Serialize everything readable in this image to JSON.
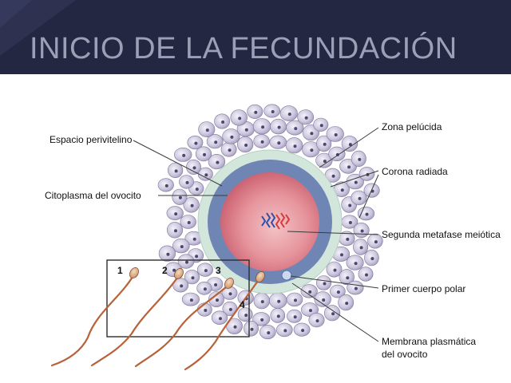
{
  "title": "INICIO DE LA FECUNDACIÓN",
  "labels": {
    "espacio_perivitelino": "Espacio perivitelino",
    "citoplasma": "Citoplasma del ovocito",
    "zona_pelucida": "Zona pelúcida",
    "corona_radiada": "Corona radiada",
    "metafase": "Segunda metafase meiótica",
    "cuerpo_polar": "Primer cuerpo polar",
    "membrana_line1": "Membrana plasmática",
    "membrana_line2": "del ovocito"
  },
  "sperm_numbers": [
    "1",
    "2",
    "3",
    "4"
  ],
  "colors": {
    "title_bar": "#242741",
    "title_text": "#9aa0b6",
    "corona_cell": "#c9c4dc",
    "zona": "#d3e6dc",
    "perivitelline": "#6f86b4",
    "cytoplasm": "#d97b86",
    "sperm": "#b8623a"
  }
}
